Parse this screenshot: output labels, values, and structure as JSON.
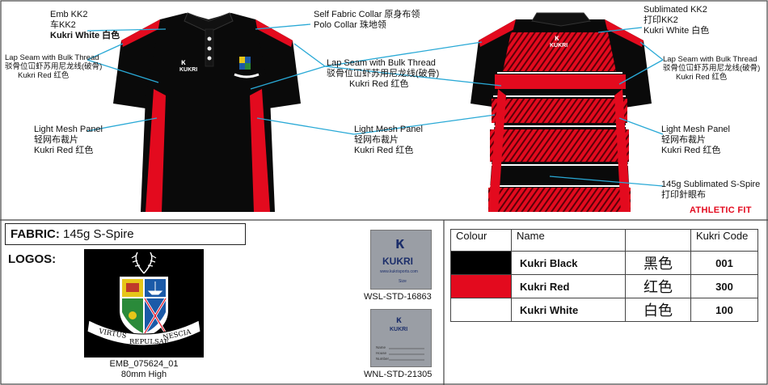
{
  "front_labels": {
    "emb": {
      "line1": "Emb KK2",
      "line2": "车KK2",
      "line3": "Kukri White  白色"
    },
    "lap_seam": {
      "line1": "Lap Seam with Bulk Thread",
      "line2": "驳骨位冚虾苏用尼龙线(破骨)",
      "line3": "Kukri Red  红色"
    },
    "mesh": {
      "line1": "Light Mesh Panel",
      "line2": "轻网布裁片",
      "line3": "Kukri Red  红色"
    }
  },
  "center_labels": {
    "collar": {
      "line1": "Self Fabric Collar  原身布领",
      "line2": "Polo Collar  珠地领"
    },
    "lap_seam": {
      "line1": "Lap Seam with Bulk Thread",
      "line2": "驳骨位冚虾苏用尼龙线(破骨)",
      "line3": "Kukri Red  红色"
    },
    "mesh": {
      "line1": "Light Mesh Panel",
      "line2": "轻网布裁片",
      "line3": "Kukri Red  红色"
    }
  },
  "back_labels": {
    "sublimated": {
      "line1": "Sublimated KK2",
      "line2": "打印KK2",
      "line3": "Kukri White  白色"
    },
    "lap_seam": {
      "line1": "Lap Seam with Bulk Thread",
      "line2": "驳骨位冚虾苏用尼龙线(破骨)",
      "line3": "Kukri Red  红色"
    },
    "mesh": {
      "line1": "Light Mesh Panel",
      "line2": "轻网布裁片",
      "line3": "Kukri Red  红色"
    },
    "fabric": {
      "line1": "145g Sublimated S-Spire",
      "line2": "打印針眼布"
    }
  },
  "brand_on_shirt": "KUKRI",
  "fit": "ATHLETIC FIT",
  "fabric": {
    "label": "FABRIC:",
    "value": "145g S-Spire"
  },
  "logos_label": "LOGOS:",
  "logo": {
    "motto_left": "VIRTUS",
    "motto_mid": "REPULSAE",
    "motto_right": "NESCIA",
    "code": "EMB_075624_01",
    "size": "80mm High"
  },
  "tags": [
    {
      "brand": "KUKRI",
      "url": "www.kukrisports.com",
      "size_label": "Size",
      "code": "WSL-STD-16863"
    },
    {
      "brand": "KUKRI",
      "field1": "Name",
      "field2": "House",
      "field3": "Number",
      "code": "WNL-STD-21305"
    }
  ],
  "colour_table": {
    "headers": [
      "Colour",
      "Name",
      "",
      "Kukri Code"
    ],
    "rows": [
      {
        "swatch": "#000000",
        "name": "Kukri Black",
        "cn": "黑色",
        "code": "001"
      },
      {
        "swatch": "#e30a1e",
        "name": "Kukri Red",
        "cn": "红色",
        "code": "300"
      },
      {
        "swatch": "#ffffff",
        "name": "Kukri White",
        "cn": "白色",
        "code": "100"
      }
    ]
  },
  "colors": {
    "black": "#0a0a0a",
    "red": "#e30a1e",
    "leader": "#29a9d6",
    "white": "#ffffff"
  }
}
